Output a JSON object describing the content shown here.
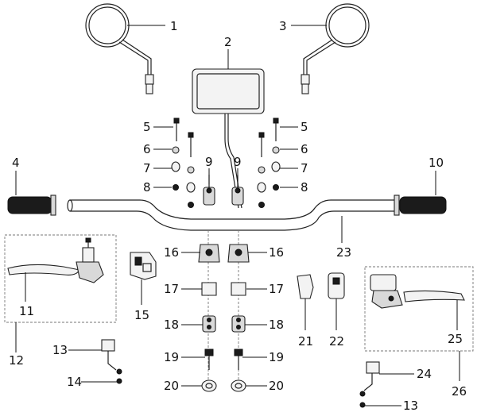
{
  "callouts": {
    "c1": "1",
    "c2": "2",
    "c3": "3",
    "c4": "4",
    "c10": "10",
    "c5l": "5",
    "c5r": "5",
    "c6l": "6",
    "c6r": "6",
    "c7l": "7",
    "c7r": "7",
    "c8l": "8",
    "c8r": "8",
    "c9l": "9",
    "c9r": "9",
    "c11": "11",
    "c12": "12",
    "c13l": "13",
    "c13r": "13",
    "c14": "14",
    "c15": "15",
    "c16l": "16",
    "c16r": "16",
    "c17l": "17",
    "c17r": "17",
    "c18l": "18",
    "c18r": "18",
    "c19l": "19",
    "c19r": "19",
    "c20l": "20",
    "c20r": "20",
    "c21": "21",
    "c22": "22",
    "c23": "23",
    "c24": "24",
    "c25": "25",
    "c26": "26"
  }
}
